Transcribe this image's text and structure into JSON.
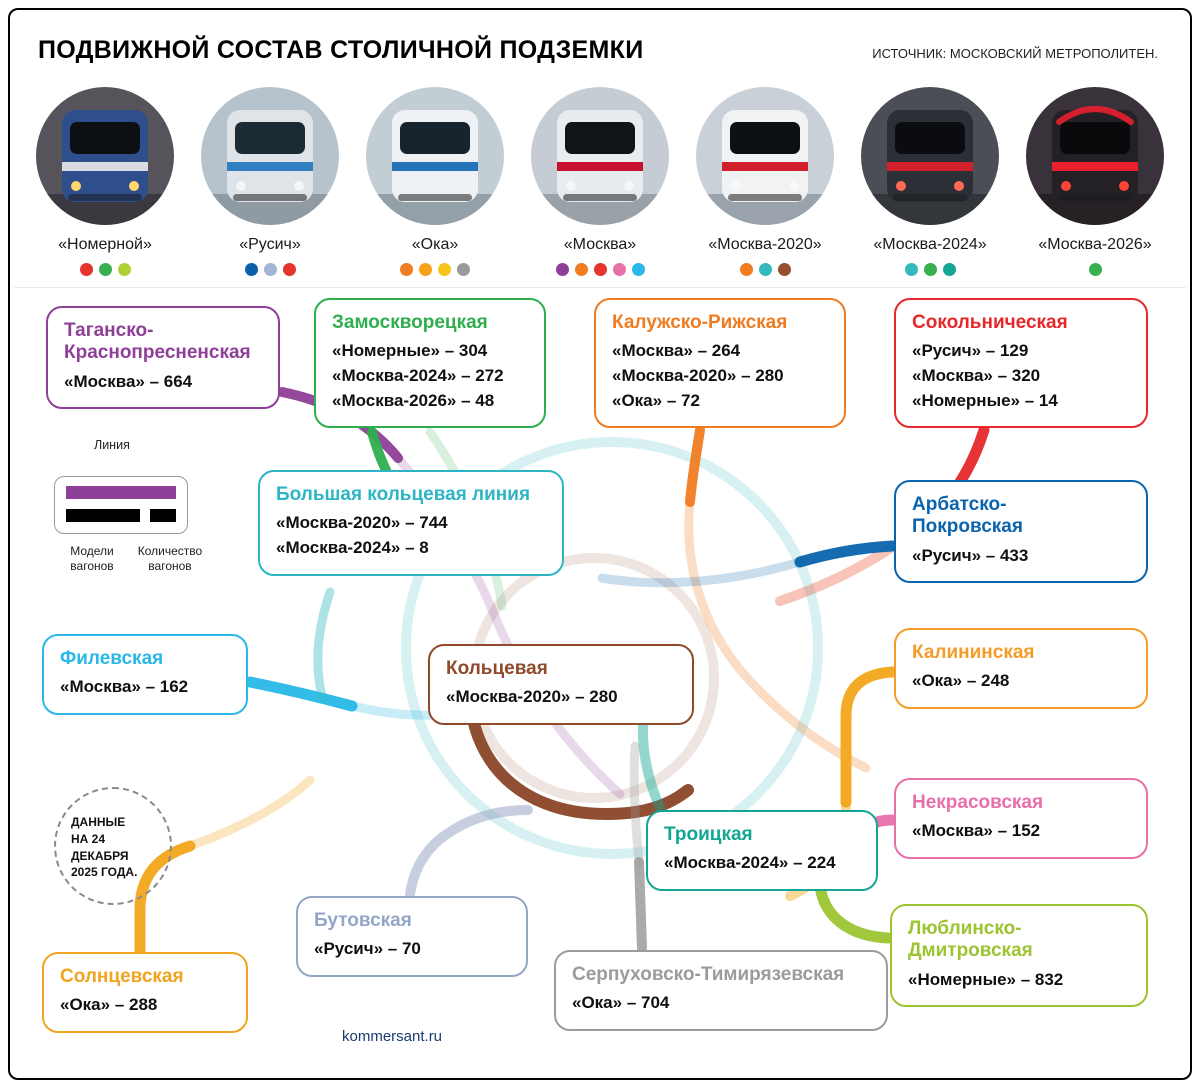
{
  "header": {
    "title": "ПОДВИЖНОЙ СОСТАВ СТОЛИЧНОЙ ПОДЗЕМКИ",
    "source": "ИСТОЧНИК: МОСКОВСКИЙ МЕТРОПОЛИТЕН."
  },
  "trains": [
    {
      "label": "«Номерной»",
      "dots": [
        "#e5332d",
        "#36b14e",
        "#aed136"
      ],
      "photo": {
        "bg": "#56535b",
        "ground": "#3b393f",
        "body": "#2e4f8c",
        "glass": "#0d1013",
        "accent": "#d8dce0",
        "light": "#ffd76a"
      }
    },
    {
      "label": "«Русич»",
      "dots": [
        "#0b60aa",
        "#a3b5d6",
        "#e5332d"
      ],
      "photo": {
        "bg": "#b7c3cc",
        "ground": "#8f9aa3",
        "body": "#dfe4e8",
        "glass": "#1c2a33",
        "accent": "#2f7fc1",
        "light": "#f2f6f9"
      }
    },
    {
      "label": "«Ока»",
      "dots": [
        "#f07c22",
        "#f6a117",
        "#f5c51d",
        "#9b9b9b"
      ],
      "photo": {
        "bg": "#c2cdd4",
        "ground": "#94a0a8",
        "body": "#eef2f5",
        "glass": "#17242e",
        "accent": "#2573b8",
        "light": "#eef3f7"
      }
    },
    {
      "label": "«Москва»",
      "dots": [
        "#8e3f97",
        "#f07c22",
        "#e5332d",
        "#e670a8",
        "#29b8e8"
      ],
      "photo": {
        "bg": "#c6ccd3",
        "ground": "#99a1a9",
        "body": "#e9ecef",
        "glass": "#101419",
        "accent": "#c8102e",
        "light": "#f4f7fa"
      }
    },
    {
      "label": "«Москва-2020»",
      "dots": [
        "#f07c22",
        "#35b8be",
        "#945031"
      ],
      "photo": {
        "bg": "#cad0d7",
        "ground": "#9aa2ab",
        "body": "#f1f2f4",
        "glass": "#0c0f13",
        "accent": "#d0202c",
        "light": "#f6f8fa"
      }
    },
    {
      "label": "«Москва-2024»",
      "dots": [
        "#35b8be",
        "#36b14e",
        "#12a693"
      ],
      "photo": {
        "bg": "#4b4e54",
        "ground": "#33363b",
        "body": "#2c2f35",
        "glass": "#0a0c0f",
        "accent": "#d0202c",
        "light": "#ff6a57"
      }
    },
    {
      "label": "«Москва-2026»",
      "dots": [
        "#36b14e"
      ],
      "photo": {
        "bg": "#39323a",
        "ground": "#272125",
        "body": "#232026",
        "glass": "#0a090b",
        "accent": "#ea1f2e",
        "light": "#ff4433",
        "halo": true
      }
    }
  ],
  "lines": [
    {
      "id": "tkl",
      "name": "Таганско-\nКраснопресненская",
      "color": "#8e3f97",
      "entries": [
        {
          "model": "«Москва»",
          "count": 664
        }
      ]
    },
    {
      "id": "zam",
      "name": "Замоскворецкая",
      "color": "#2fae4e",
      "entries": [
        {
          "model": "«Номерные»",
          "count": 304
        },
        {
          "model": "«Москва-2024»",
          "count": 272
        },
        {
          "model": "«Москва-2026»",
          "count": 48
        }
      ]
    },
    {
      "id": "krl",
      "name": "Калужско-Рижская",
      "color": "#f07c22",
      "entries": [
        {
          "model": "«Москва»",
          "count": 264
        },
        {
          "model": "«Москва-2020»",
          "count": 280
        },
        {
          "model": "«Ока»",
          "count": 72
        }
      ]
    },
    {
      "id": "sok",
      "name": "Сокольническая",
      "color": "#e7282a",
      "entries": [
        {
          "model": "«Русич»",
          "count": 129
        },
        {
          "model": "«Москва»",
          "count": 320
        },
        {
          "model": "«Номерные»",
          "count": 14
        }
      ]
    },
    {
      "id": "bkl",
      "name": "Большая кольцевая линия",
      "color": "#2cb5c4",
      "entries": [
        {
          "model": "«Москва-2020»",
          "count": 744
        },
        {
          "model": "«Москва-2024»",
          "count": 8
        }
      ]
    },
    {
      "id": "apl",
      "name": "Арбатско-\nПокровская",
      "color": "#0a64ad",
      "entries": [
        {
          "model": "«Русич»",
          "count": 433
        }
      ]
    },
    {
      "id": "fil",
      "name": "Филевская",
      "color": "#29b8e8",
      "entries": [
        {
          "model": "«Москва»",
          "count": 162
        }
      ]
    },
    {
      "id": "kol",
      "name": "Кольцевая",
      "color": "#8f4a2b",
      "entries": [
        {
          "model": "«Москва-2020»",
          "count": 280
        }
      ]
    },
    {
      "id": "kal",
      "name": "Калининская",
      "color": "#f59c28",
      "entries": [
        {
          "model": "«Ока»",
          "count": 248
        }
      ]
    },
    {
      "id": "nek",
      "name": "Некрасовская",
      "color": "#e670a8",
      "entries": [
        {
          "model": "«Москва»",
          "count": 152
        }
      ]
    },
    {
      "id": "tro",
      "name": "Троицкая",
      "color": "#12a693",
      "entries": [
        {
          "model": "«Москва-2024»",
          "count": 224
        }
      ]
    },
    {
      "id": "but",
      "name": "Бутовская",
      "color": "#94a6c7",
      "entries": [
        {
          "model": "«Русич»",
          "count": 70
        }
      ]
    },
    {
      "id": "stl",
      "name": "Серпуховско-Тимирязевская",
      "color": "#9b9b9b",
      "entries": [
        {
          "model": "«Ока»",
          "count": 704
        }
      ]
    },
    {
      "id": "lud",
      "name": "Люблинско-\nДмитровская",
      "color": "#9cc431",
      "entries": [
        {
          "model": "«Номерные»",
          "count": 832
        }
      ]
    },
    {
      "id": "sol",
      "name": "Солнцевская",
      "color": "#f0a41f",
      "entries": [
        {
          "model": "«Ока»",
          "count": 288
        }
      ]
    }
  ],
  "legend": {
    "line_label": "Линия",
    "models_label": "Модели вагонов",
    "count_label": "Количество вагонов",
    "line_color": "#8e3f97",
    "bar_color": "#000000"
  },
  "note": {
    "line1": "ДАННЫЕ",
    "line2": "НА 24 ДЕКАБРЯ",
    "line3": "2025 ГОДА."
  },
  "footer": {
    "site": "kommersant.ru"
  }
}
